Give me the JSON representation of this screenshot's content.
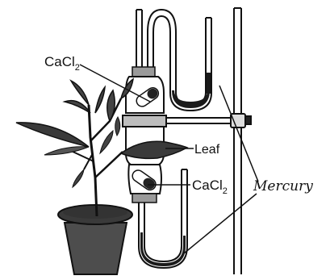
{
  "labels": {
    "cacl2_top": {
      "main": "CaCl",
      "sub": "2"
    },
    "leaf": "Leaf",
    "cacl2_bottom": {
      "main": "CaCl",
      "sub": "2"
    },
    "mercury": "Mercury"
  },
  "colors": {
    "ink": "#111111",
    "mercury": "#1a1a1a",
    "soil": "#333333",
    "cap": "#9a9a9a",
    "band": "#bdbdbd",
    "leaf": "#3a3a3a",
    "pot": "#4d4d4d"
  }
}
